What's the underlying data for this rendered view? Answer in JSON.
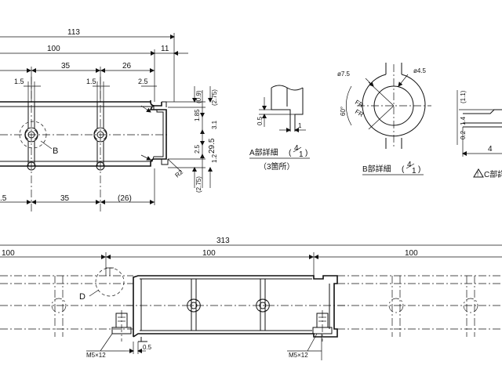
{
  "top": {
    "dim_113": "113",
    "dim_100": "100",
    "dim_11": "11",
    "dim_35_a": "35",
    "dim_26": "26",
    "dim_1_5_a": "1.5",
    "dim_1_5_b": "1.5",
    "dim_2_5_a": "2.5",
    "dim_5_left": ".5",
    "dim_35_b": "35",
    "dim_26_paren": "(26)",
    "label_B": "B",
    "label_A": "A",
    "label_R2": "R2"
  },
  "vertical_dims": {
    "d_0_9": "(0.9)",
    "d_2_75_top": "(2.75)",
    "d_1_85": "1.85",
    "d_3_1": "3.1",
    "d_29_5": "29.5",
    "d_2_5": "2.5",
    "d_1_2": "1.2",
    "d_2_75_bot": "(2.75)"
  },
  "detail_A": {
    "title_prefix": "A部詳細",
    "scale_num": "4",
    "scale_den": "1",
    "note": "（3箇所）",
    "dim_0_5": "0.5",
    "dim_1": "1"
  },
  "detail_B": {
    "title_prefix": "B部詳細",
    "scale_num": "4",
    "scale_den": "1",
    "dim_d7_5": "ø7.5",
    "dim_d4_5": "ø4.5",
    "dim_60": "60°",
    "fr_1": "FR",
    "fr_2": "FR"
  },
  "detail_C": {
    "title": "C部詳細",
    "dim_1_1": "(1.1)",
    "dim_1_4": "1.4",
    "dim_0_2": "0.2",
    "dim_4": "4"
  },
  "bottom": {
    "dim_313": "313",
    "dim_100_a": "100",
    "dim_100_b": "100",
    "dim_100_c": "100",
    "label_D": "D",
    "bolt_left": "M5×12",
    "bolt_right": "M5×12",
    "dim_0_5": "0.5"
  }
}
